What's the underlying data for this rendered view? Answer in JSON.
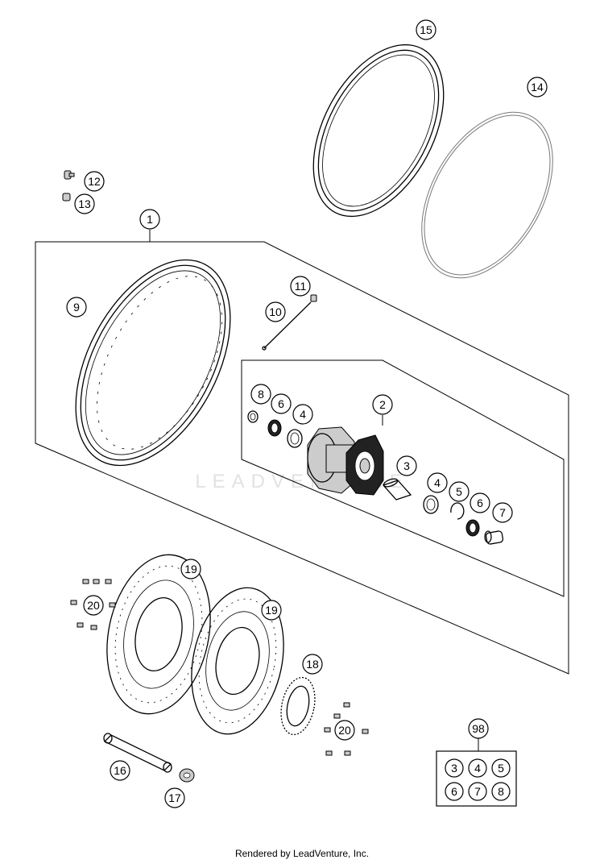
{
  "footer": "Rendered by LeadVenture, Inc.",
  "watermark": "LEADVENTURE",
  "callouts": {
    "c1": "1",
    "c2": "2",
    "c3": "3",
    "c4a": "4",
    "c4b": "4",
    "c5": "5",
    "c6a": "6",
    "c6b": "6",
    "c7": "7",
    "c8": "8",
    "c9": "9",
    "c10": "10",
    "c11": "11",
    "c12": "12",
    "c13": "13",
    "c14": "14",
    "c15": "15",
    "c16": "16",
    "c17": "17",
    "c18": "18",
    "c19a": "19",
    "c19b": "19",
    "c20a": "20",
    "c20b": "20",
    "c98": "98"
  },
  "kit": {
    "row1": [
      "3",
      "4",
      "5"
    ],
    "row2": [
      "6",
      "7",
      "8"
    ]
  },
  "colors": {
    "line": "#000000",
    "background": "#ffffff",
    "watermark": "#e2e2e2"
  }
}
